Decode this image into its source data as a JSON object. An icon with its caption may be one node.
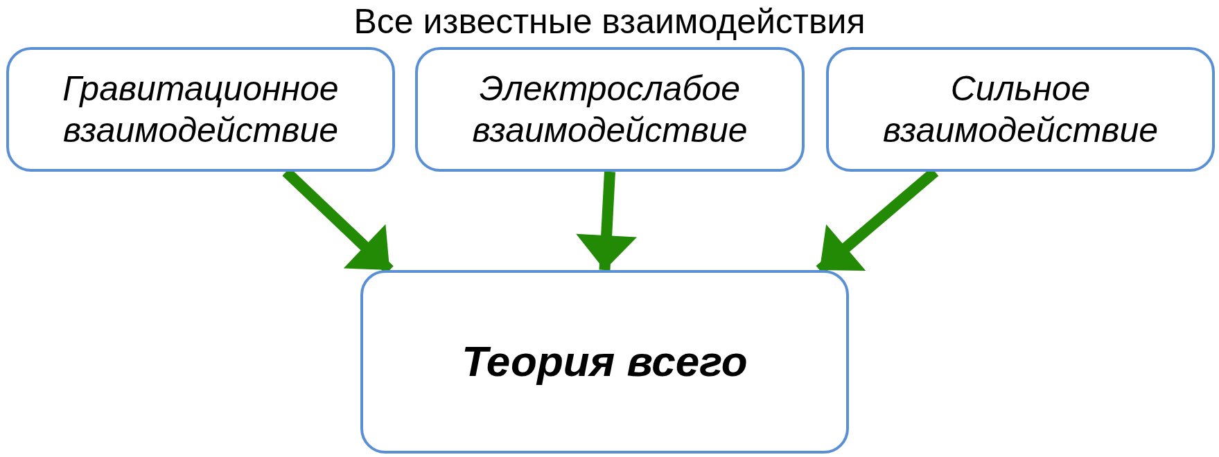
{
  "diagram": {
    "title": "Все известные взаимодействия",
    "nodes": [
      {
        "text": [
          "Гравитационное взаимодействие"
        ]
      },
      {
        "text": [
          "Электрослабое взаимодействие"
        ]
      },
      {
        "text": [
          "Сильное взаимодействие"
        ]
      },
      {
        "text": [
          "Теория всего"
        ]
      }
    ],
    "edges": [
      {
        "from": 0,
        "to": 3,
        "arrow": "to"
      },
      {
        "from": 1,
        "to": 3,
        "arrow": "to"
      },
      {
        "from": 2,
        "to": 3,
        "arrow": "to"
      }
    ]
  }
}
